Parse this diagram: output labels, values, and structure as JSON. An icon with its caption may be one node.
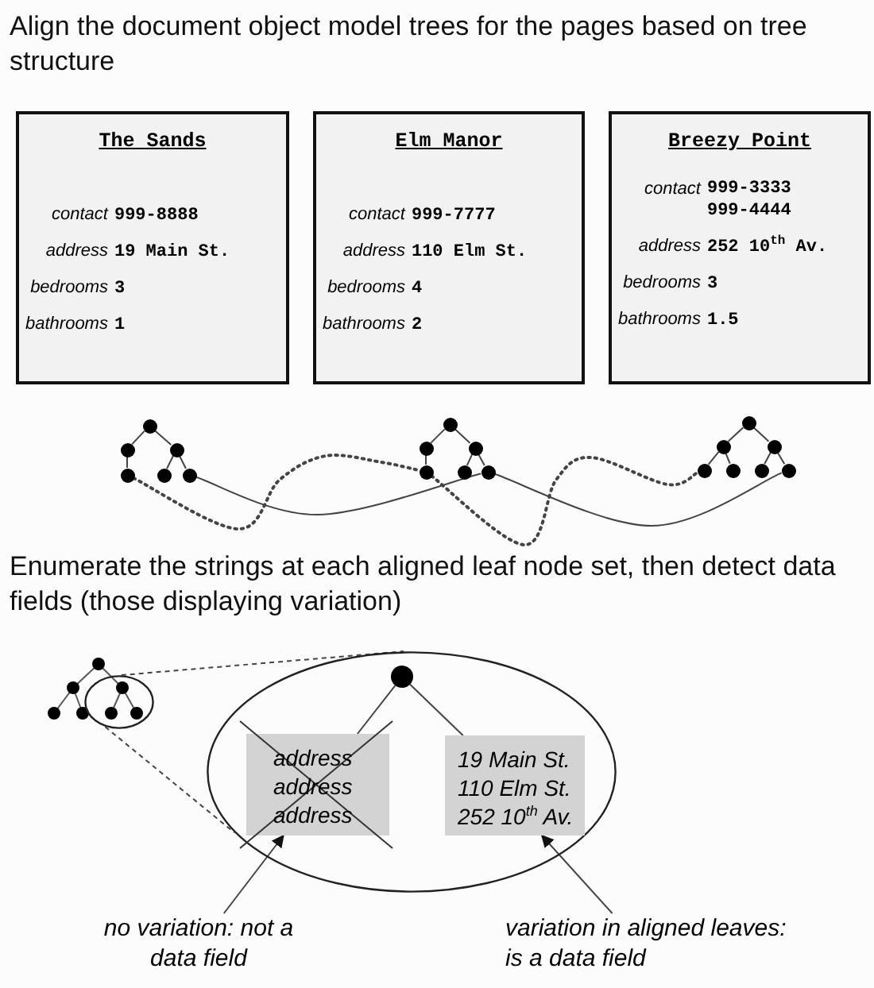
{
  "diagram": {
    "title": "Align the document object model trees for the pages based on tree structure",
    "nodes": [
      {
        "text": [
          "The Sands",
          "contact",
          "999-8888",
          "address",
          "19 Main St.",
          "bedrooms",
          "3",
          "bathrooms",
          "1"
        ]
      },
      {
        "text": [
          "Elm Manor",
          "contact",
          "999-7777",
          "address",
          "110 Elm St.",
          "bedrooms",
          "4",
          "bathrooms",
          "2"
        ]
      },
      {
        "text": [
          "Breezy Point",
          "contact",
          "999-3333 999-4444",
          "address",
          "252 10$^{th}$ Av.",
          "bedrooms",
          "3",
          "bathrooms",
          "1.5"
        ]
      },
      {
        "text": [],
        "shape": "circle"
      },
      {
        "text": [],
        "shape": "circle"
      },
      {
        "text": [],
        "shape": "circle"
      },
      {
        "text": [],
        "shape": "circle"
      },
      {
        "text": [],
        "shape": "circle"
      },
      {
        "text": [],
        "shape": "circle"
      },
      {
        "text": [],
        "shape": "circle"
      },
      {
        "text": [],
        "shape": "circle"
      },
      {
        "text": [],
        "shape": "circle"
      },
      {
        "text": [],
        "shape": "circle"
      },
      {
        "text": [],
        "shape": "circle"
      },
      {
        "text": [],
        "shape": "circle"
      },
      {
        "text": [],
        "shape": "circle"
      },
      {
        "text": [],
        "shape": "circle"
      },
      {
        "text": [],
        "shape": "circle"
      },
      {
        "text": [],
        "shape": "circle"
      },
      {
        "text": [],
        "shape": "circle"
      },
      {
        "text": [],
        "shape": "circle"
      },
      {
        "text": [],
        "shape": "circle"
      },
      {
        "text": [],
        "shape": "circle"
      },
      {
        "text": [],
        "shape": "circle"
      },
      {
        "text": [],
        "shape": "circle",
        "in": 23
      },
      {
        "text": [
          "address",
          "address",
          "address"
        ],
        "in": 23
      },
      {
        "text": [
          "19 Main St.",
          "110 Elm St.",
          "252 10$^{th}$ Av."
        ],
        "in": 23
      },
      {
        "text": [
          "no variation: not a data field"
        ]
      },
      {
        "text": [
          "variation in aligned leaves: is a data field"
        ]
      }
    ],
    "edges": [
      {
        "from": 3,
        "to": 4,
        "arrow": "none"
      },
      {
        "from": 3,
        "to": 5,
        "arrow": "none"
      },
      {
        "from": 4,
        "to": 6,
        "arrow": "none"
      },
      {
        "from": 5,
        "to": 7,
        "arrow": "none"
      },
      {
        "from": 5,
        "to": 8,
        "arrow": "none"
      },
      {
        "from": 9,
        "to": 10,
        "arrow": "none"
      },
      {
        "from": 9,
        "to": 11,
        "arrow": "none"
      },
      {
        "from": 10,
        "to": 12,
        "arrow": "none"
      },
      {
        "from": 11,
        "to": 13,
        "arrow": "none"
      },
      {
        "from": 11,
        "to": 14,
        "arrow": "none"
      },
      {
        "from": 15,
        "to": 16,
        "arrow": "none"
      },
      {
        "from": 15,
        "to": 17,
        "arrow": "none"
      },
      {
        "from": 16,
        "to": 18,
        "arrow": "none"
      },
      {
        "from": 16,
        "to": 19,
        "arrow": "none"
      },
      {
        "from": 17,
        "to": 20,
        "arrow": "none"
      },
      {
        "from": 17,
        "to": 21,
        "arrow": "none"
      },
      {
        "from": 6,
        "to": 12,
        "arrow": "none",
        "style": "dashed"
      },
      {
        "from": 12,
        "to": 18,
        "arrow": "none",
        "style": "dashed"
      },
      {
        "from": 8,
        "to": 14,
        "arrow": "none"
      },
      {
        "from": 14,
        "to": 21,
        "arrow": "none"
      },
      {
        "from": 22,
        "to": 23,
        "arrow": "none",
        "style": "dashed"
      },
      {
        "from": 22,
        "to": 23,
        "arrow": "none",
        "style": "dashed"
      },
      {
        "from": 24,
        "to": 25,
        "arrow": "none"
      },
      {
        "from": 24,
        "to": 26,
        "arrow": "none"
      },
      {
        "from": 27,
        "to": 25,
        "arrow": "to"
      },
      {
        "from": 28,
        "to": 26,
        "arrow": "to"
      }
    ],
    "labels": [
      "Enumerate the strings at each aligned leaf node set, then detect data fields (those displaying variation)"
    ]
  }
}
